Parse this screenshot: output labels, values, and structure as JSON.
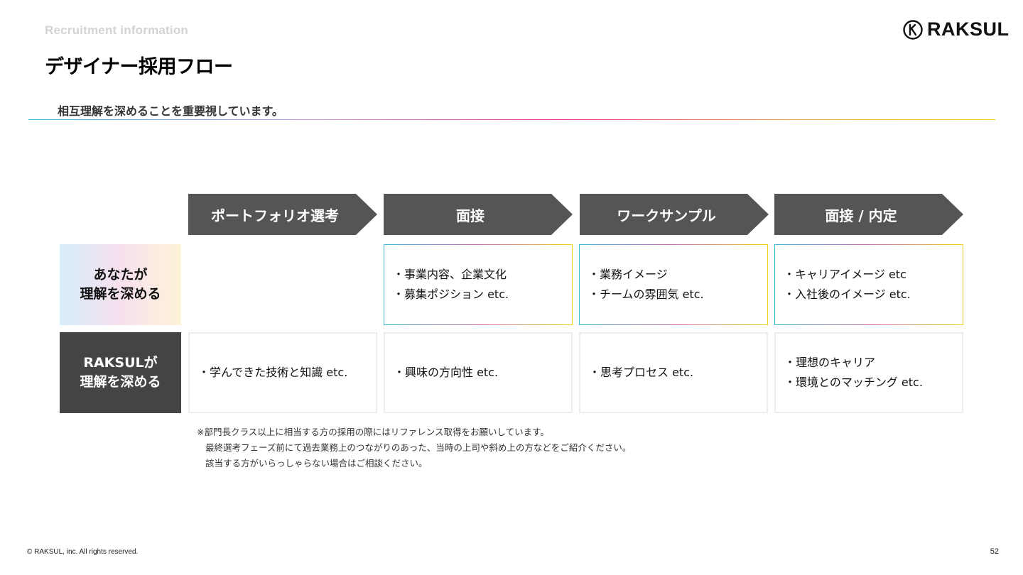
{
  "header": {
    "eyebrow": "Recruitment information",
    "title": "デザイナー採用フロー",
    "subtitle": "相互理解を深めることを重要視しています。",
    "logo_text": "RAKSUL"
  },
  "steps": [
    "ポートフォリオ選考",
    "面接",
    "ワークサンプル",
    "面接 / 内定"
  ],
  "rows": [
    {
      "label_lines": [
        "あなたが",
        "理解を深める"
      ],
      "cells": [
        [],
        [
          "・事業内容、企業文化",
          "・募集ポジション etc."
        ],
        [
          "・業務イメージ",
          "・チームの雰囲気 etc."
        ],
        [
          "・キャリアイメージ etc",
          "・入社後のイメージ etc."
        ]
      ]
    },
    {
      "label_lines": [
        "RAKSULが",
        "理解を深める"
      ],
      "cells": [
        [
          "・学んできた技術と知識 etc."
        ],
        [
          "・興味の方向性 etc."
        ],
        [
          "・思考プロセス etc."
        ],
        [
          "・理想のキャリア",
          "・環境とのマッチング etc."
        ]
      ]
    }
  ],
  "notes": [
    "※部門長クラス以上に相当する方の採用の際にはリファレンス取得をお願いしています。",
    "最終選考フェーズ前にて過去業務上のつながりのあった、当時の上司や斜め上の方などをご紹介ください。",
    "該当する方がいらっしゃらない場合はご相談ください。"
  ],
  "footer": {
    "copyright": "© RAKSUL, inc. All rights reserved.",
    "page_number": "52"
  }
}
